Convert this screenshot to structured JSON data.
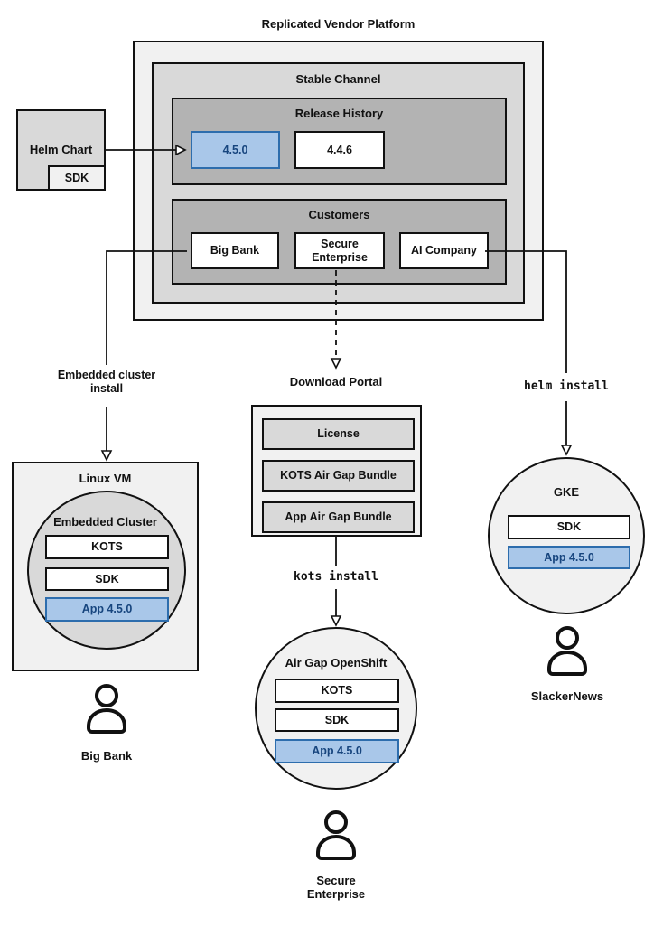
{
  "title": "Replicated Vendor Platform",
  "platform": {
    "stable_channel": {
      "label": "Stable Channel",
      "release_history": {
        "label": "Release History",
        "releases": [
          {
            "version": "4.5.0",
            "highlighted": true
          },
          {
            "version": "4.4.6",
            "highlighted": false
          }
        ]
      },
      "customers": {
        "label": "Customers",
        "items": [
          "Big Bank",
          "Secure Enterprise",
          "AI Company"
        ]
      }
    }
  },
  "helm_chart": {
    "label": "Helm Chart",
    "sdk": "SDK"
  },
  "connectors": {
    "embedded_install": "Embedded cluster install",
    "helm_install": "helm install",
    "kots_install": "kots install"
  },
  "download_portal": {
    "label": "Download Portal",
    "items": [
      "License",
      "KOTS Air Gap Bundle",
      "App Air Gap Bundle"
    ]
  },
  "deployments": {
    "linux_vm": {
      "label": "Linux VM",
      "cluster_label": "Embedded Cluster",
      "stack": [
        "KOTS",
        "SDK"
      ],
      "app": "App 4.5.0",
      "user": "Big Bank"
    },
    "airgap_openshift": {
      "label": "Air Gap OpenShift",
      "stack": [
        "KOTS",
        "SDK"
      ],
      "app": "App 4.5.0",
      "user": "Secure Enterprise"
    },
    "gke": {
      "label": "GKE",
      "stack": [
        "SDK"
      ],
      "app": "App 4.5.0",
      "user": "SlackerNews"
    }
  },
  "colors": {
    "highlight_fill": "#A9C7E9",
    "highlight_border": "#2D6DAD",
    "highlight_text": "#17457E",
    "box_light": "#F1F1F1",
    "box_mid": "#D9D9D9",
    "box_dark": "#B3B3B3",
    "line": "#111111"
  }
}
